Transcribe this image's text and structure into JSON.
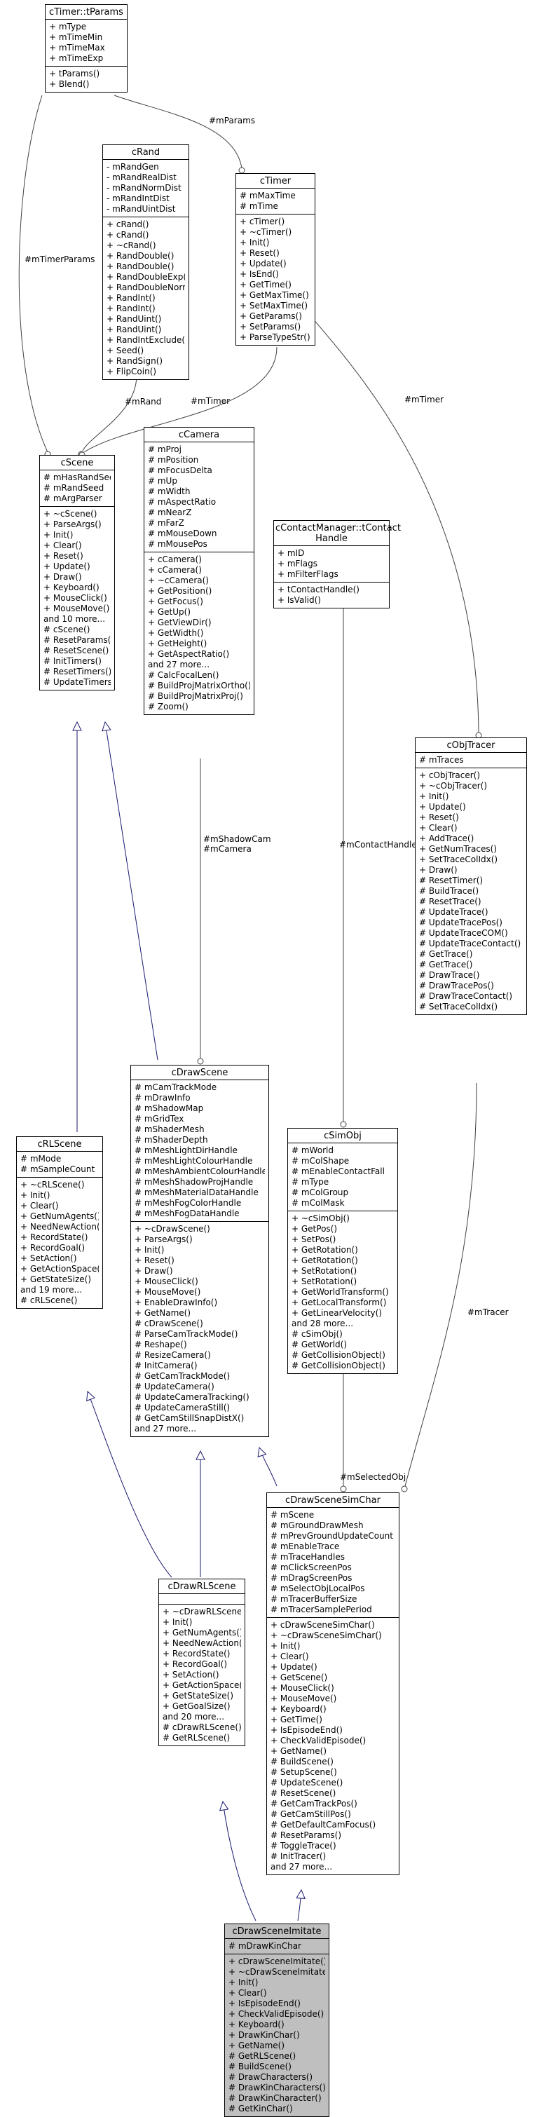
{
  "classes": [
    {
      "id": "ctimer_tparams",
      "title": "cTimer::tParams",
      "attributes": [
        "+ mType",
        "+ mTimeMin",
        "+ mTimeMax",
        "+ mTimeExp"
      ],
      "methods": [
        "+ tParams()",
        "+ Blend()"
      ]
    },
    {
      "id": "crand",
      "title": "cRand",
      "attributes": [
        "- mRandGen",
        "- mRandRealDist",
        "- mRandNormDist",
        "- mRandIntDist",
        "- mRandUintDist"
      ],
      "methods": [
        "+ cRand()",
        "+ cRand()",
        "+ ~cRand()",
        "+ RandDouble()",
        "+ RandDouble()",
        "+ RandDoubleExp()",
        "+ RandDoubleNorm()",
        "+ RandInt()",
        "+ RandInt()",
        "+ RandUint()",
        "+ RandUint()",
        "+ RandIntExclude()",
        "+ Seed()",
        "+ RandSign()",
        "+ FlipCoin()"
      ]
    },
    {
      "id": "ctimer",
      "title": "cTimer",
      "attributes": [
        "# mMaxTime",
        "# mTime"
      ],
      "methods": [
        "+ cTimer()",
        "+ ~cTimer()",
        "+ Init()",
        "+ Reset()",
        "+ Update()",
        "+ IsEnd()",
        "+ GetTime()",
        "+ GetMaxTime()",
        "+ SetMaxTime()",
        "+ GetParams()",
        "+ SetParams()",
        "+ ParseTypeStr()"
      ]
    },
    {
      "id": "cscene",
      "title": "cScene",
      "attributes": [
        "# mHasRandSeed",
        "# mRandSeed",
        "# mArgParser"
      ],
      "methods": [
        "+ ~cScene()",
        "+ ParseArgs()",
        "+ Init()",
        "+ Clear()",
        "+ Reset()",
        "+ Update()",
        "+ Draw()",
        "+ Keyboard()",
        "+ MouseClick()",
        "+ MouseMove()",
        "and 10 more...",
        "# cScene()",
        "# ResetParams()",
        "# ResetScene()",
        "# InitTimers()",
        "# ResetTimers()",
        "# UpdateTimers()"
      ]
    },
    {
      "id": "ccamera",
      "title": "cCamera",
      "attributes": [
        "# mProj",
        "# mPosition",
        "# mFocusDelta",
        "# mUp",
        "# mWidth",
        "# mAspectRatio",
        "# mNearZ",
        "# mFarZ",
        "# mMouseDown",
        "# mMousePos"
      ],
      "methods": [
        "+ cCamera()",
        "+ cCamera()",
        "+ ~cCamera()",
        "+ GetPosition()",
        "+ GetFocus()",
        "+ GetUp()",
        "+ GetViewDir()",
        "+ GetWidth()",
        "+ GetHeight()",
        "+ GetAspectRatio()",
        "and 27 more...",
        "# CalcFocalLen()",
        "# BuildProjMatrixOrtho()",
        "# BuildProjMatrixProj()",
        "# Zoom()"
      ]
    },
    {
      "id": "ccontactmanager",
      "title": "cContactManager::tContact\nHandle",
      "attributes": [
        "+ mID",
        "+ mFlags",
        "+ mFilterFlags"
      ],
      "methods": [
        "+ tContactHandle()",
        "+ IsValid()"
      ]
    },
    {
      "id": "cobjtracer",
      "title": "cObjTracer",
      "attributes": [
        "# mTraces"
      ],
      "methods": [
        "+ cObjTracer()",
        "+ ~cObjTracer()",
        "+ Init()",
        "+ Update()",
        "+ Reset()",
        "+ Clear()",
        "+ AddTrace()",
        "+ GetNumTraces()",
        "+ SetTraceColIdx()",
        "+ Draw()",
        "# ResetTimer()",
        "# BuildTrace()",
        "# ResetTrace()",
        "# UpdateTrace()",
        "# UpdateTracePos()",
        "# UpdateTraceCOM()",
        "# UpdateTraceContact()",
        "# GetTrace()",
        "# GetTrace()",
        "# DrawTrace()",
        "# DrawTracePos()",
        "# DrawTraceContact()",
        "# SetTraceColIdx()"
      ]
    },
    {
      "id": "cdrawscene",
      "title": "cDrawScene",
      "attributes": [
        "# mCamTrackMode",
        "# mDrawInfo",
        "# mShadowMap",
        "# mGridTex",
        "# mShaderMesh",
        "# mShaderDepth",
        "# mMeshLightDirHandle",
        "# mMeshLightColourHandle",
        "# mMeshAmbientColourHandle",
        "# mMeshShadowProjHandle",
        "# mMeshMaterialDataHandle",
        "# mMeshFogColorHandle",
        "# mMeshFogDataHandle"
      ],
      "methods": [
        "+ ~cDrawScene()",
        "+ ParseArgs()",
        "+ Init()",
        "+ Reset()",
        "+ Draw()",
        "+ MouseClick()",
        "+ MouseMove()",
        "+ EnableDrawInfo()",
        "+ GetName()",
        "# cDrawScene()",
        "# ParseCamTrackMode()",
        "# Reshape()",
        "# ResizeCamera()",
        "# InitCamera()",
        "# GetCamTrackMode()",
        "# UpdateCamera()",
        "# UpdateCameraTracking()",
        "# UpdateCameraStill()",
        "# GetCamStillSnapDistX()",
        "and 27 more..."
      ]
    },
    {
      "id": "csimobj",
      "title": "cSimObj",
      "attributes": [
        "# mWorld",
        "# mColShape",
        "# mEnableContactFall",
        "# mType",
        "# mColGroup",
        "# mColMask"
      ],
      "methods": [
        "+ ~cSimObj()",
        "+ GetPos()",
        "+ SetPos()",
        "+ GetRotation()",
        "+ GetRotation()",
        "+ SetRotation()",
        "+ SetRotation()",
        "+ GetWorldTransform()",
        "+ GetLocalTransform()",
        "+ GetLinearVelocity()",
        "and 28 more...",
        "# cSimObj()",
        "# GetWorld()",
        "# GetCollisionObject()",
        "# GetCollisionObject()"
      ]
    },
    {
      "id": "crlscene",
      "title": "cRLScene",
      "attributes": [
        "# mMode",
        "# mSampleCount"
      ],
      "methods": [
        "+ ~cRLScene()",
        "+ Init()",
        "+ Clear()",
        "+ GetNumAgents()",
        "+ NeedNewAction()",
        "+ RecordState()",
        "+ RecordGoal()",
        "+ SetAction()",
        "+ GetActionSpace()",
        "+ GetStateSize()",
        "and 19 more...",
        "# cRLScene()"
      ]
    },
    {
      "id": "cdrawscenesimchar",
      "title": "cDrawSceneSimChar",
      "attributes": [
        "# mScene",
        "# mGroundDrawMesh",
        "# mPrevGroundUpdateCount",
        "# mEnableTrace",
        "# mTraceHandles",
        "# mClickScreenPos",
        "# mDragScreenPos",
        "# mSelectObjLocalPos",
        "# mTracerBufferSize",
        "# mTracerSamplePeriod"
      ],
      "methods": [
        "+ cDrawSceneSimChar()",
        "+ ~cDrawSceneSimChar()",
        "+ Init()",
        "+ Clear()",
        "+ Update()",
        "+ GetScene()",
        "+ MouseClick()",
        "+ MouseMove()",
        "+ Keyboard()",
        "+ GetTime()",
        "+ IsEpisodeEnd()",
        "+ CheckValidEpisode()",
        "+ GetName()",
        "# BuildScene()",
        "# SetupScene()",
        "# UpdateScene()",
        "# ResetScene()",
        "# GetCamTrackPos()",
        "# GetCamStillPos()",
        "# GetDefaultCamFocus()",
        "# ResetParams()",
        "# ToggleTrace()",
        "# InitTracer()",
        "and 27 more..."
      ]
    },
    {
      "id": "cdrawrlscene",
      "title": "cDrawRLScene",
      "attributes": [],
      "methods": [
        "+ ~cDrawRLScene()",
        "+ Init()",
        "+ GetNumAgents()",
        "+ NeedNewAction()",
        "+ RecordState()",
        "+ RecordGoal()",
        "+ SetAction()",
        "+ GetActionSpace()",
        "+ GetStateSize()",
        "+ GetGoalSize()",
        "and 20 more...",
        "# cDrawRLScene()",
        "# GetRLScene()"
      ]
    },
    {
      "id": "cdrawsceneimitate",
      "title": "cDrawSceneImitate",
      "attributes": [
        "# mDrawKinChar"
      ],
      "methods": [
        "+ cDrawSceneImitate()",
        "+ ~cDrawSceneImitate()",
        "+ Init()",
        "+ Clear()",
        "+ IsEpisodeEnd()",
        "+ CheckValidEpisode()",
        "+ Keyboard()",
        "+ DrawKinChar()",
        "+ GetName()",
        "# GetRLScene()",
        "# BuildScene()",
        "# DrawCharacters()",
        "# DrawKinCharacters()",
        "# DrawKinCharacter()",
        "# GetKinChar()"
      ]
    }
  ],
  "edge_labels": {
    "mparams": "#mParams",
    "mtimerparams": "#mTimerParams",
    "mrand": "#mRand",
    "mtimer_scene": "#mTimer",
    "mtimer_tracer": "#mTimer",
    "mshadowcam": "#mShadowCam\n#mCamera",
    "mcontacthandle": "#mContactHandle",
    "mtracer": "#mTracer",
    "mselectedobj": "#mSelectedObj"
  }
}
